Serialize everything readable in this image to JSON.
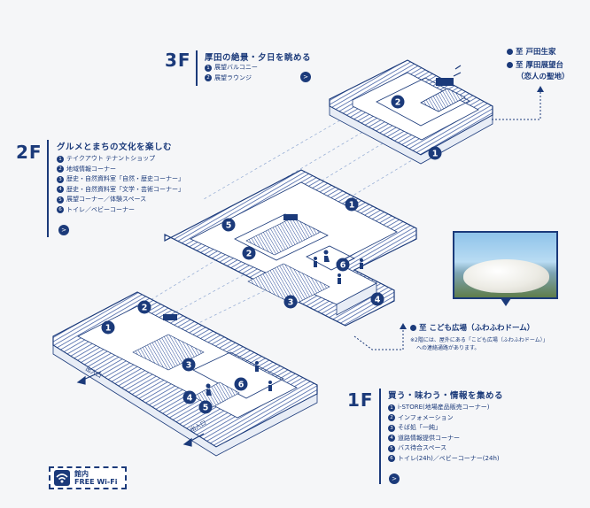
{
  "floors": {
    "f3": {
      "label": "3F",
      "title": "厚田の絶景・夕日を眺める",
      "items": [
        {
          "num": "1",
          "text": "展望バルコニー"
        },
        {
          "num": "2",
          "text": "展望ラウンジ"
        }
      ]
    },
    "f2": {
      "label": "2F",
      "title": "グルメとまちの文化を楽しむ",
      "items": [
        {
          "num": "1",
          "text": "テイクアウト テナントショップ"
        },
        {
          "num": "2",
          "text": "地域情報コーナー"
        },
        {
          "num": "3",
          "text": "歴史・自然資料室「自然・歴史コーナー」"
        },
        {
          "num": "4",
          "text": "歴史・自然資料室「文学・芸術コーナー」"
        },
        {
          "num": "5",
          "text": "展望コーナー／体験スペース"
        },
        {
          "num": "6",
          "text": "トイレ／ベビーコーナー"
        }
      ]
    },
    "f1": {
      "label": "1F",
      "title": "買う・味わう・情報を集める",
      "items": [
        {
          "num": "1",
          "text": "i-STORE(地場産品販売コーナー)"
        },
        {
          "num": "2",
          "text": "インフォメーション"
        },
        {
          "num": "3",
          "text": "そば処「一純」"
        },
        {
          "num": "4",
          "text": "道路情報提供コーナー"
        },
        {
          "num": "5",
          "text": "バス待合スペース"
        },
        {
          "num": "6",
          "text": "トイレ(24h)／ベビーコーナー(24h)"
        }
      ]
    }
  },
  "more_icon": ">",
  "destinations": {
    "toda": "至 戸田生家",
    "atsuta_1": "至 厚田展望台",
    "atsuta_2": "（恋人の聖地）",
    "kodomo": "至 こども広場（ふわふわドーム）",
    "kodomo_note_1": "※2階には、屋外にある「こども広場（ふわふわドーム）」",
    "kodomo_note_2": "への連絡通路があります。"
  },
  "entrance_label": "出入口",
  "wifi": {
    "line1": "館内",
    "line2": "FREE Wi-Fi"
  },
  "colors": {
    "navy": "#1b3a7a",
    "hatch": "#2d4e9a",
    "background": "#f5f6f8"
  },
  "map_markers": {
    "f3": [
      "2",
      "1"
    ],
    "f2": [
      "1",
      "5",
      "2",
      "6",
      "3",
      "4"
    ],
    "f1": [
      "2",
      "1",
      "3",
      "6",
      "4",
      "5"
    ]
  }
}
